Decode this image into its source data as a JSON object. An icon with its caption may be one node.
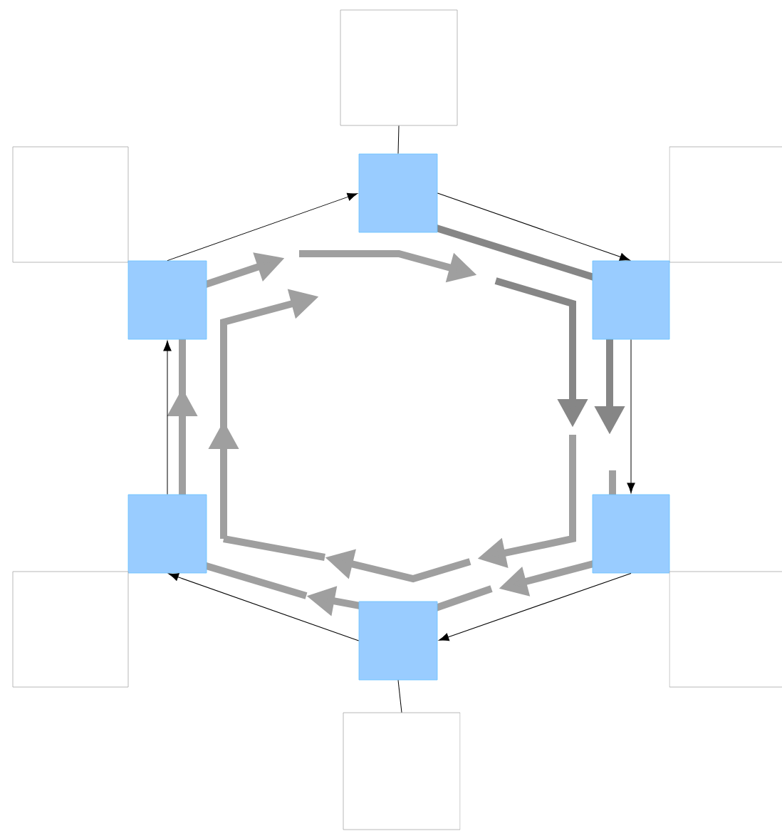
{
  "diagram": {
    "nodes": [
      {
        "text": [],
        "shape": "box"
      },
      {
        "text": [],
        "shape": "box"
      },
      {
        "text": [],
        "shape": "box"
      },
      {
        "text": [],
        "shape": "box"
      },
      {
        "text": [],
        "shape": "box"
      },
      {
        "text": [],
        "shape": "box"
      },
      {
        "text": [],
        "shape": "box"
      },
      {
        "text": [],
        "shape": "box"
      },
      {
        "text": [],
        "shape": "box"
      },
      {
        "text": [],
        "shape": "box"
      },
      {
        "text": [],
        "shape": "box"
      },
      {
        "text": [],
        "shape": "box"
      }
    ],
    "edges": [
      {
        "from": 0,
        "to": 1,
        "arrow": "none"
      },
      {
        "from": 3,
        "to": 1,
        "arrow": "to"
      },
      {
        "from": 1,
        "to": 5,
        "arrow": "to"
      },
      {
        "from": 5,
        "to": 8,
        "arrow": "to"
      },
      {
        "from": 8,
        "to": 10,
        "arrow": "to"
      },
      {
        "from": 10,
        "to": 6,
        "arrow": "to"
      },
      {
        "from": 6,
        "to": 3,
        "arrow": "to"
      },
      {
        "from": 10,
        "to": 11,
        "arrow": "none"
      }
    ]
  }
}
